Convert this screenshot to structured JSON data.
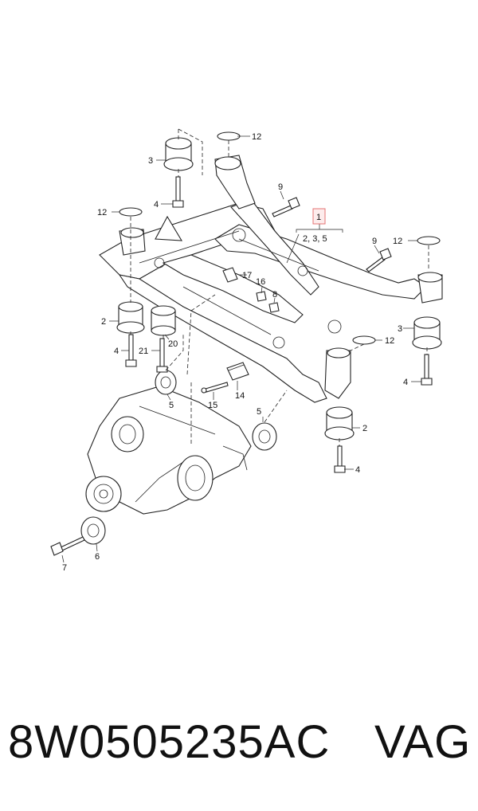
{
  "diagram": {
    "highlight_color": "#e57373",
    "callouts": {
      "c12a": "12",
      "c3a": "3",
      "c4a": "4",
      "c9a": "9",
      "c12b": "12",
      "c1": "1",
      "c235": "2, 3, 5",
      "c9b": "9",
      "c12c": "12",
      "c17": "17",
      "c16": "16",
      "c8": "8",
      "c2a": "2",
      "c4b": "4",
      "c21": "21",
      "c20": "20",
      "c12d": "12",
      "c3b": "3",
      "c4c": "4",
      "c5a": "5",
      "c14": "14",
      "c15": "15",
      "c5b": "5",
      "c2b": "2",
      "c4d": "4",
      "c7": "7",
      "c6": "6"
    }
  },
  "footer": {
    "part_number": "8W0505235AC",
    "brand": "VAG"
  }
}
